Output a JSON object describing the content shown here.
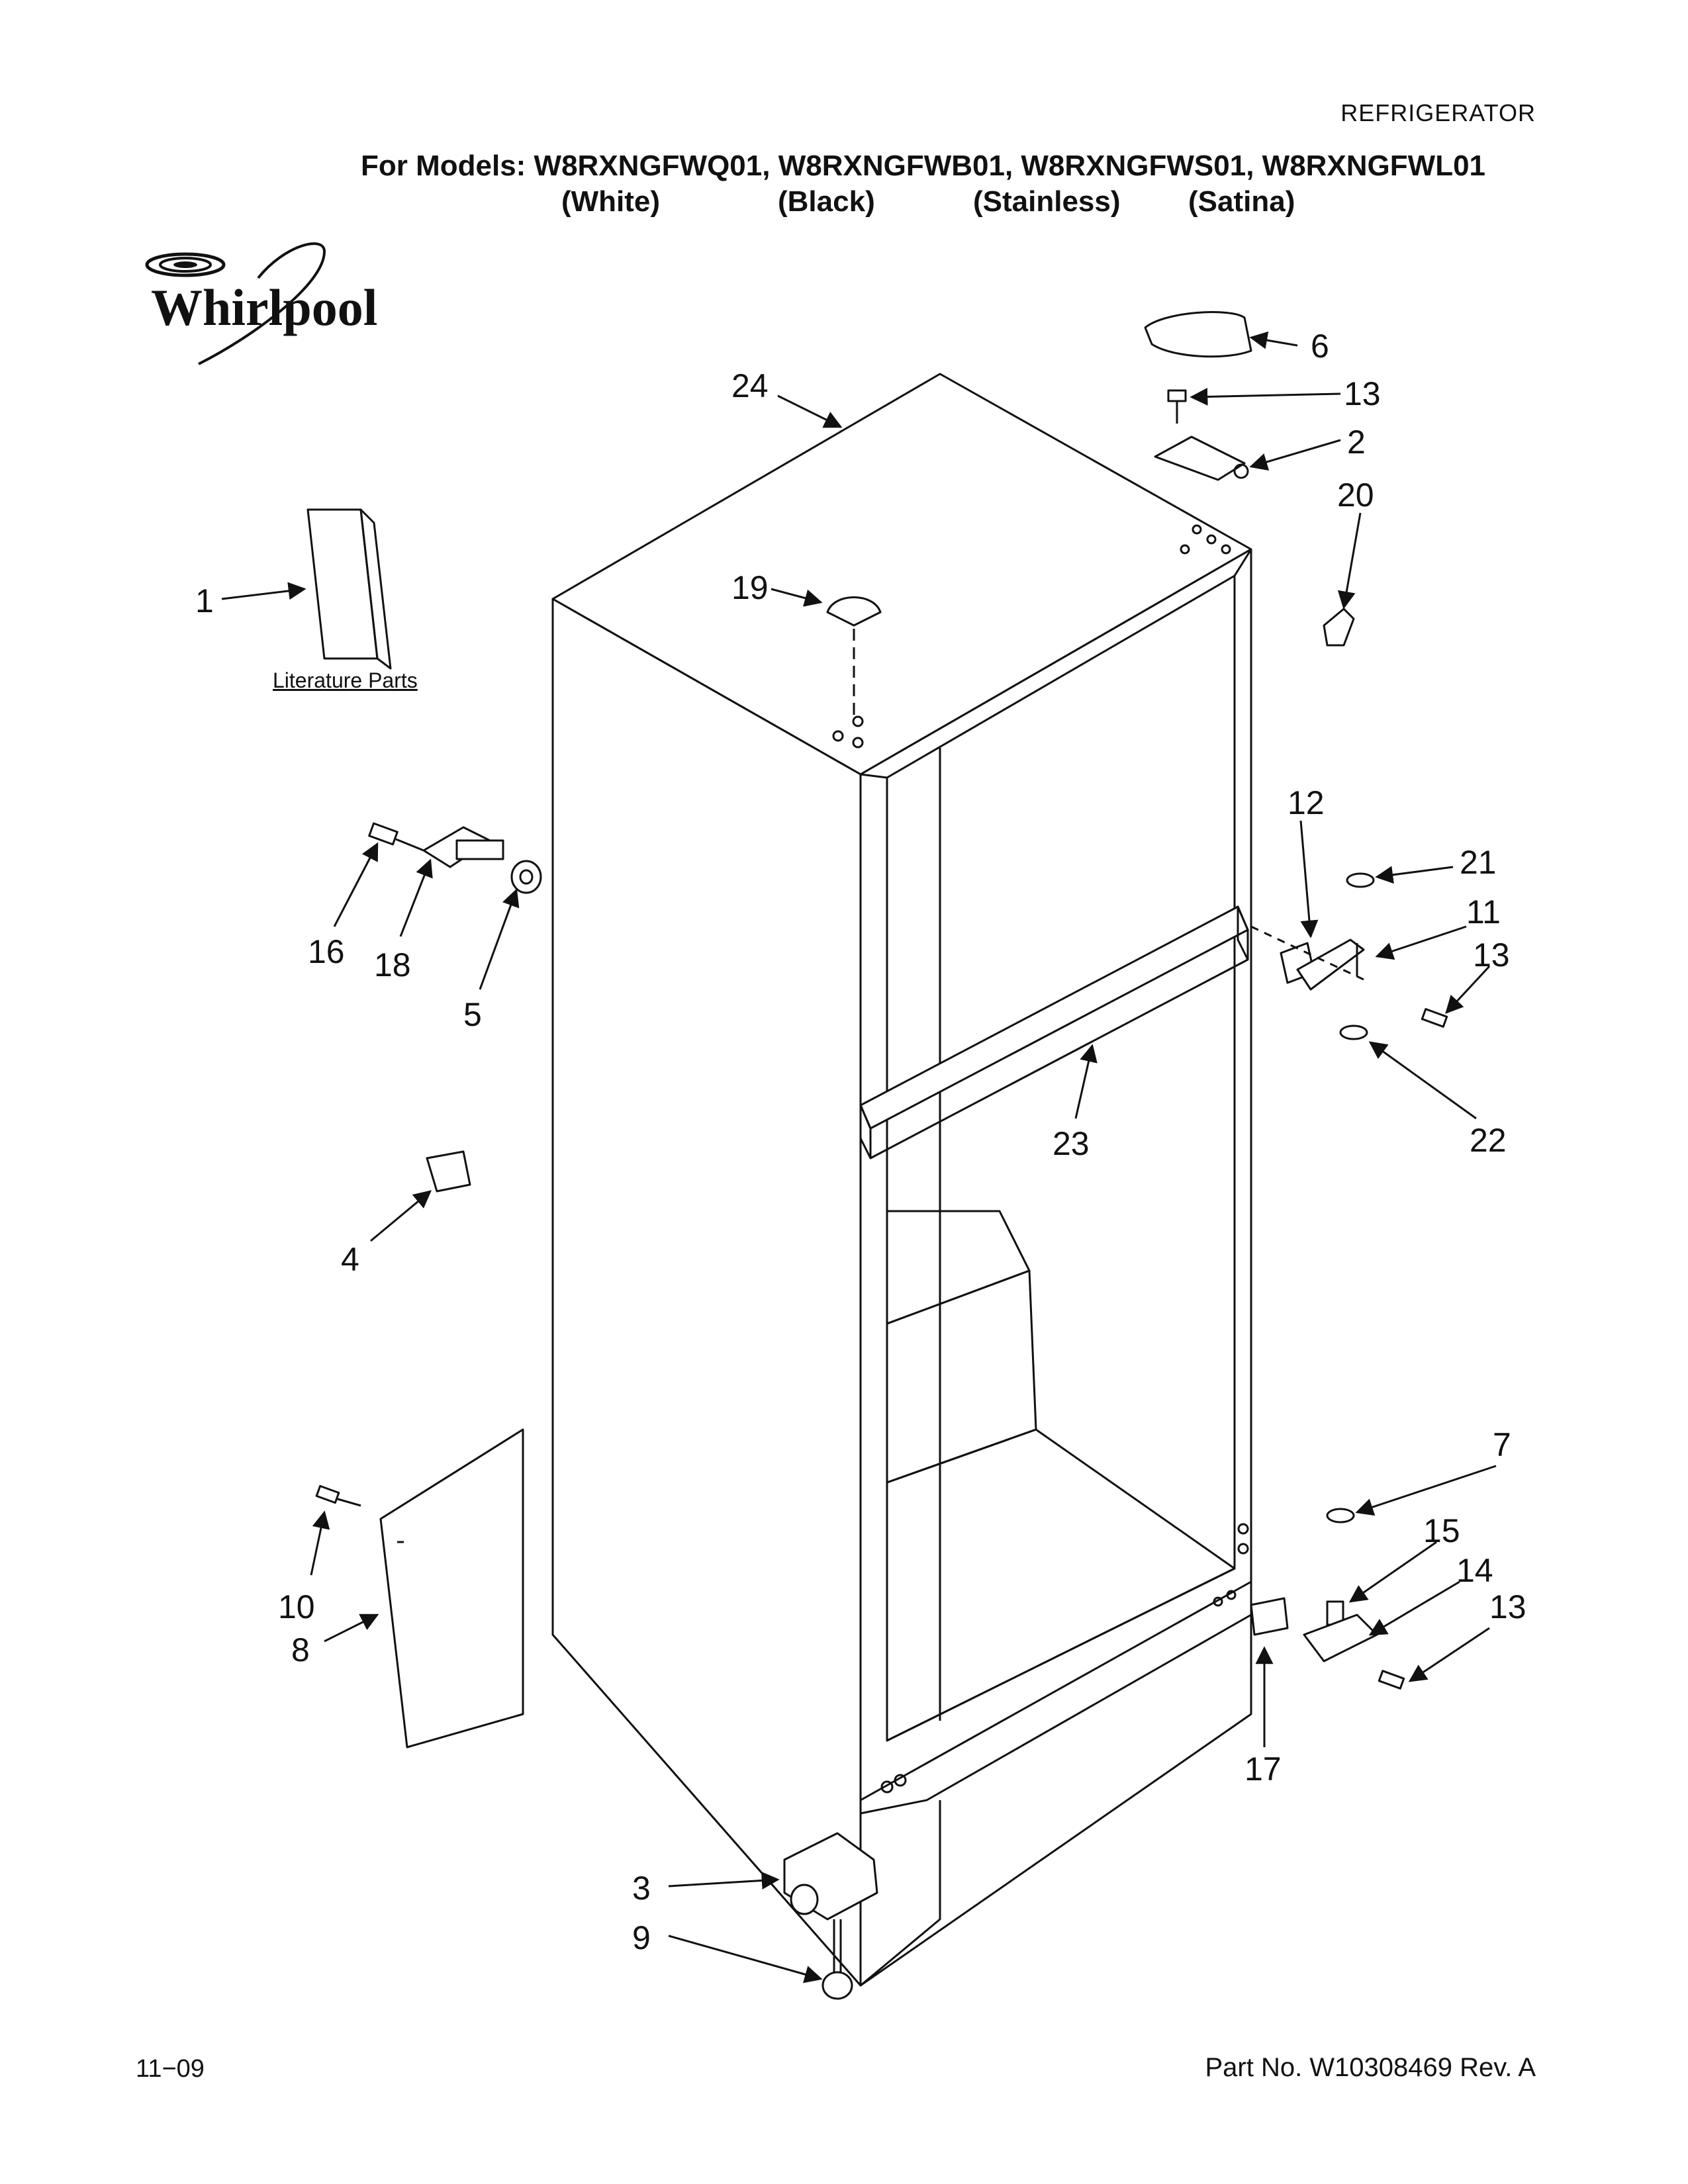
{
  "header": {
    "category": "REFRIGERATOR",
    "models_line": "For Models: W8RXNGFWQ01, W8RXNGFWB01, W8RXNGFWS01, W8RXNGFWL01",
    "colors": [
      "(White)",
      "(Black)",
      "(Stainless)",
      "(Satina)"
    ]
  },
  "brand": {
    "logo_text": "Whirlpool"
  },
  "literature": {
    "label": "Literature Parts"
  },
  "callouts": {
    "c1": "1",
    "c2": "2",
    "c3": "3",
    "c4": "4",
    "c5": "5",
    "c6": "6",
    "c7": "7",
    "c8": "8",
    "c9": "9",
    "c10": "10",
    "c11": "11",
    "c12": "12",
    "c13a": "13",
    "c13b": "13",
    "c13c": "13",
    "c14": "14",
    "c15": "15",
    "c16": "16",
    "c17": "17",
    "c18": "18",
    "c19": "19",
    "c20": "20",
    "c21": "21",
    "c22": "22",
    "c23": "23",
    "c24": "24"
  },
  "footer": {
    "date": "11−09",
    "part_number": "Part No. W10308469 Rev. A"
  }
}
